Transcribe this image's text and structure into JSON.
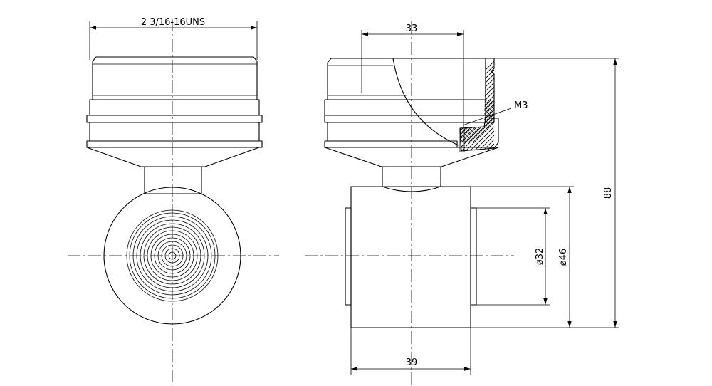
{
  "dimensions": {
    "thread": "2 3/16-16UNS",
    "width_top": "33",
    "screw": "M3",
    "height_total": "88",
    "dia_outer": "ø46",
    "dia_inner": "ø32",
    "body_width": "39"
  }
}
